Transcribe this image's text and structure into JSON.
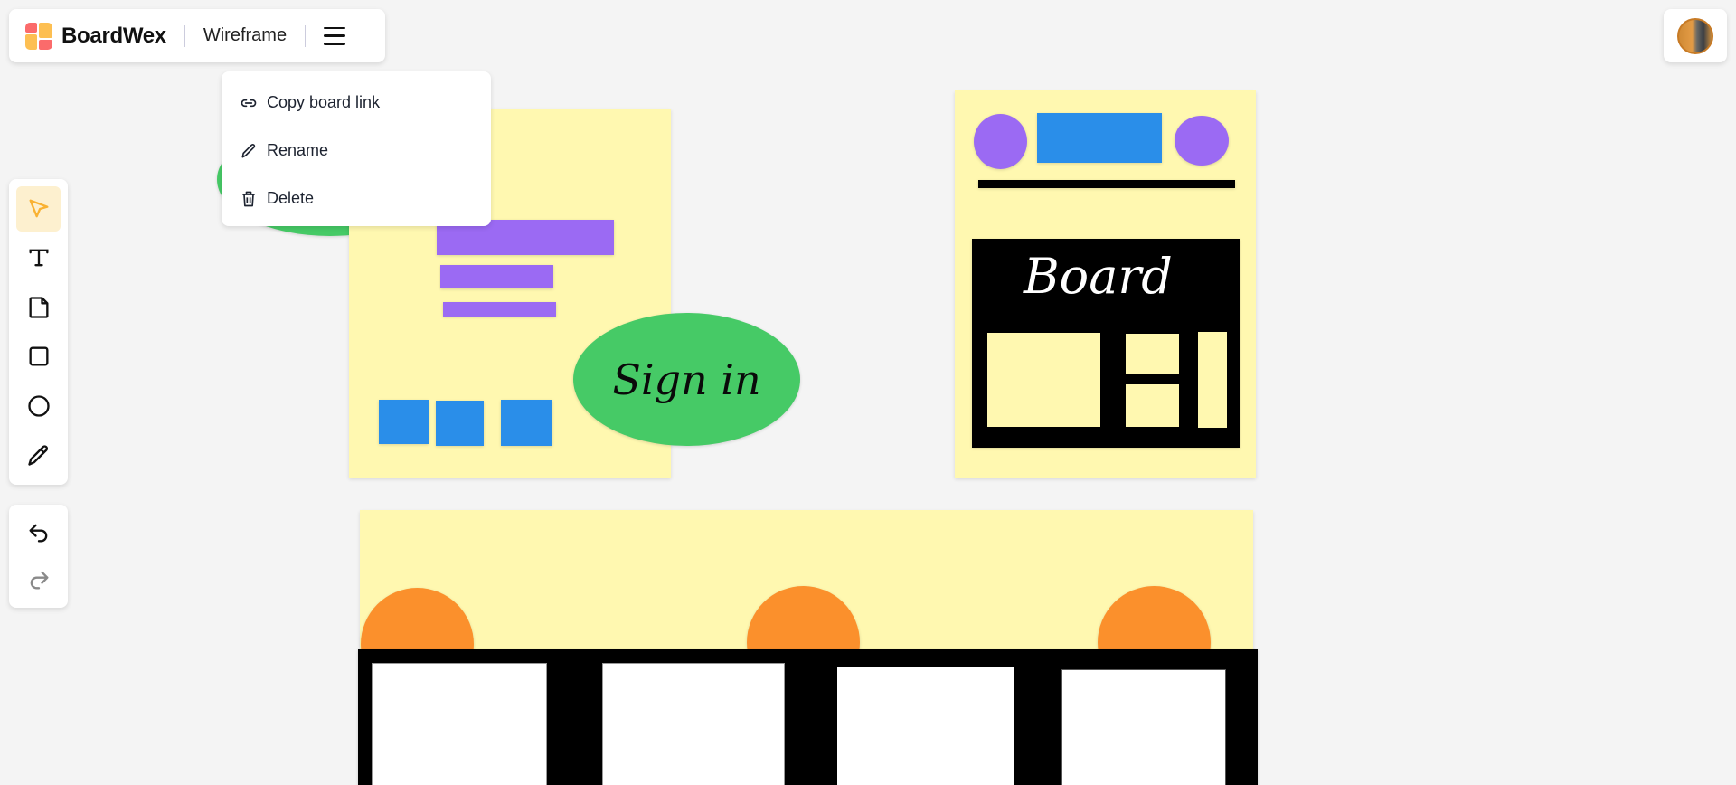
{
  "header": {
    "brand": "BoardWex",
    "board_name": "Wireframe",
    "menu_icon": "hamburger-icon"
  },
  "board_menu": {
    "items": [
      {
        "label": "Copy board link",
        "icon": "link-icon"
      },
      {
        "label": "Rename",
        "icon": "pencil-icon"
      },
      {
        "label": "Delete",
        "icon": "trash-icon"
      }
    ]
  },
  "toolbar": {
    "tools": [
      {
        "name": "select",
        "icon": "cursor-arrow-icon",
        "active": true
      },
      {
        "name": "text",
        "icon": "text-icon",
        "active": false
      },
      {
        "name": "sticky-note",
        "icon": "sticky-note-icon",
        "active": false
      },
      {
        "name": "rectangle",
        "icon": "square-icon",
        "active": false
      },
      {
        "name": "ellipse",
        "icon": "circle-icon",
        "active": false
      },
      {
        "name": "pencil",
        "icon": "pencil-icon",
        "active": false
      }
    ],
    "history": [
      {
        "name": "undo",
        "icon": "undo-icon",
        "enabled": true
      },
      {
        "name": "redo",
        "icon": "redo-icon",
        "enabled": false
      }
    ]
  },
  "colors": {
    "canvas_bg": "#f4f4f4",
    "sticky_yellow": "#fff8b0",
    "purple": "#9b6af3",
    "blue": "#2a8ee9",
    "green": "#46ca66",
    "orange": "#fb902c",
    "black": "#000000",
    "accent_active_tool": "#f9b233"
  },
  "canvas": {
    "sign_in_label": "Sign in",
    "board_label": "Board"
  }
}
